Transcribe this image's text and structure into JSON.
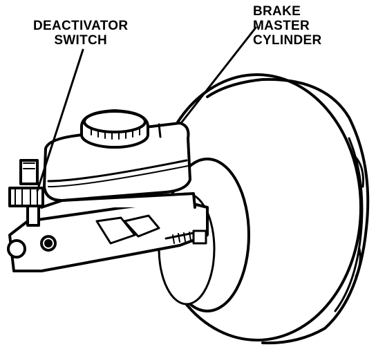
{
  "labels": {
    "deactivator_switch": [
      "DEACTIVATOR",
      "SWITCH"
    ],
    "brake_master_cylinder": [
      "BRAKE",
      "MASTER",
      "CYLINDER"
    ]
  },
  "colors": {
    "ink": "#000000",
    "paper": "#ffffff"
  }
}
